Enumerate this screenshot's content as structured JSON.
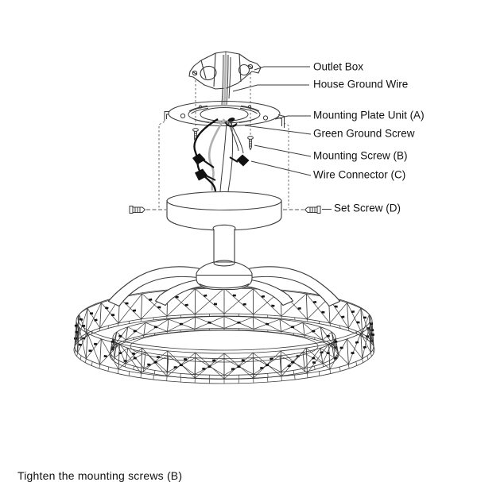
{
  "diagram": {
    "labels": {
      "outlet_box": "Outlet Box",
      "house_ground_wire": "House Ground Wire",
      "mounting_plate_unit": "Mounting Plate Unit (A)",
      "green_ground_screw": "Green Ground Screw",
      "mounting_screw": "Mounting Screw (B)",
      "wire_connector": "Wire Connector (C)",
      "set_screw": "Set Screw (D)"
    },
    "caption": {
      "partial_line": "Tighten the mounting screws (B)"
    },
    "colors": {
      "line": "#3a3a3a",
      "text": "#111111",
      "background": "#ffffff"
    }
  }
}
